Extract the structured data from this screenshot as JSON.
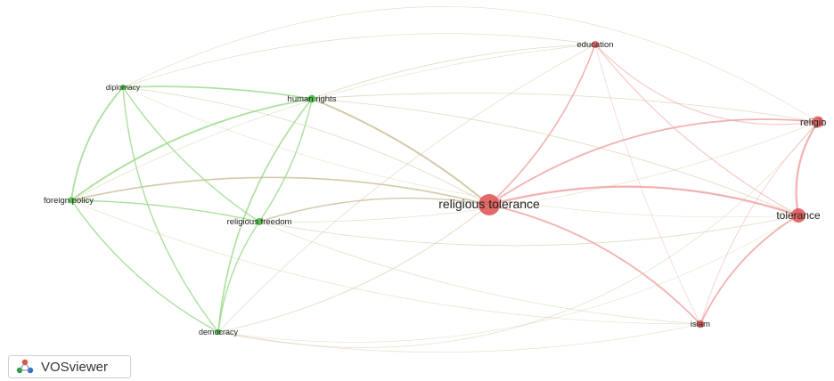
{
  "nodes": [
    {
      "id": "religious-tolerance",
      "label": "religious tolerance",
      "cluster": "red",
      "weight": 3.0
    },
    {
      "id": "tolerance",
      "label": "tolerance",
      "cluster": "red",
      "weight": 2.0
    },
    {
      "id": "religion",
      "label": "religio",
      "cluster": "red",
      "weight": 1.6
    },
    {
      "id": "education",
      "label": "education",
      "cluster": "red",
      "weight": 1.0
    },
    {
      "id": "islam",
      "label": "islam",
      "cluster": "red",
      "weight": 1.1
    },
    {
      "id": "human-rights",
      "label": "human rights",
      "cluster": "green",
      "weight": 1.1
    },
    {
      "id": "religious-freedom",
      "label": "religious freedom",
      "cluster": "green",
      "weight": 1.0
    },
    {
      "id": "diplomacy",
      "label": "diplomacy",
      "cluster": "green",
      "weight": 0.7
    },
    {
      "id": "foreign-policy",
      "label": "foreign policy",
      "cluster": "green",
      "weight": 0.9
    },
    {
      "id": "democracy",
      "label": "democracy",
      "cluster": "green",
      "weight": 0.8
    }
  ],
  "colors": {
    "red_node": "#e05a5a",
    "green_node": "#3fbf3f",
    "red_link": "#f0a3a3",
    "green_link": "#9cd98c",
    "mixed_link": "#cdbf9a"
  },
  "branding": {
    "logo_text": "VOSviewer",
    "logo_icon": "vosviewer-logo-icon"
  }
}
